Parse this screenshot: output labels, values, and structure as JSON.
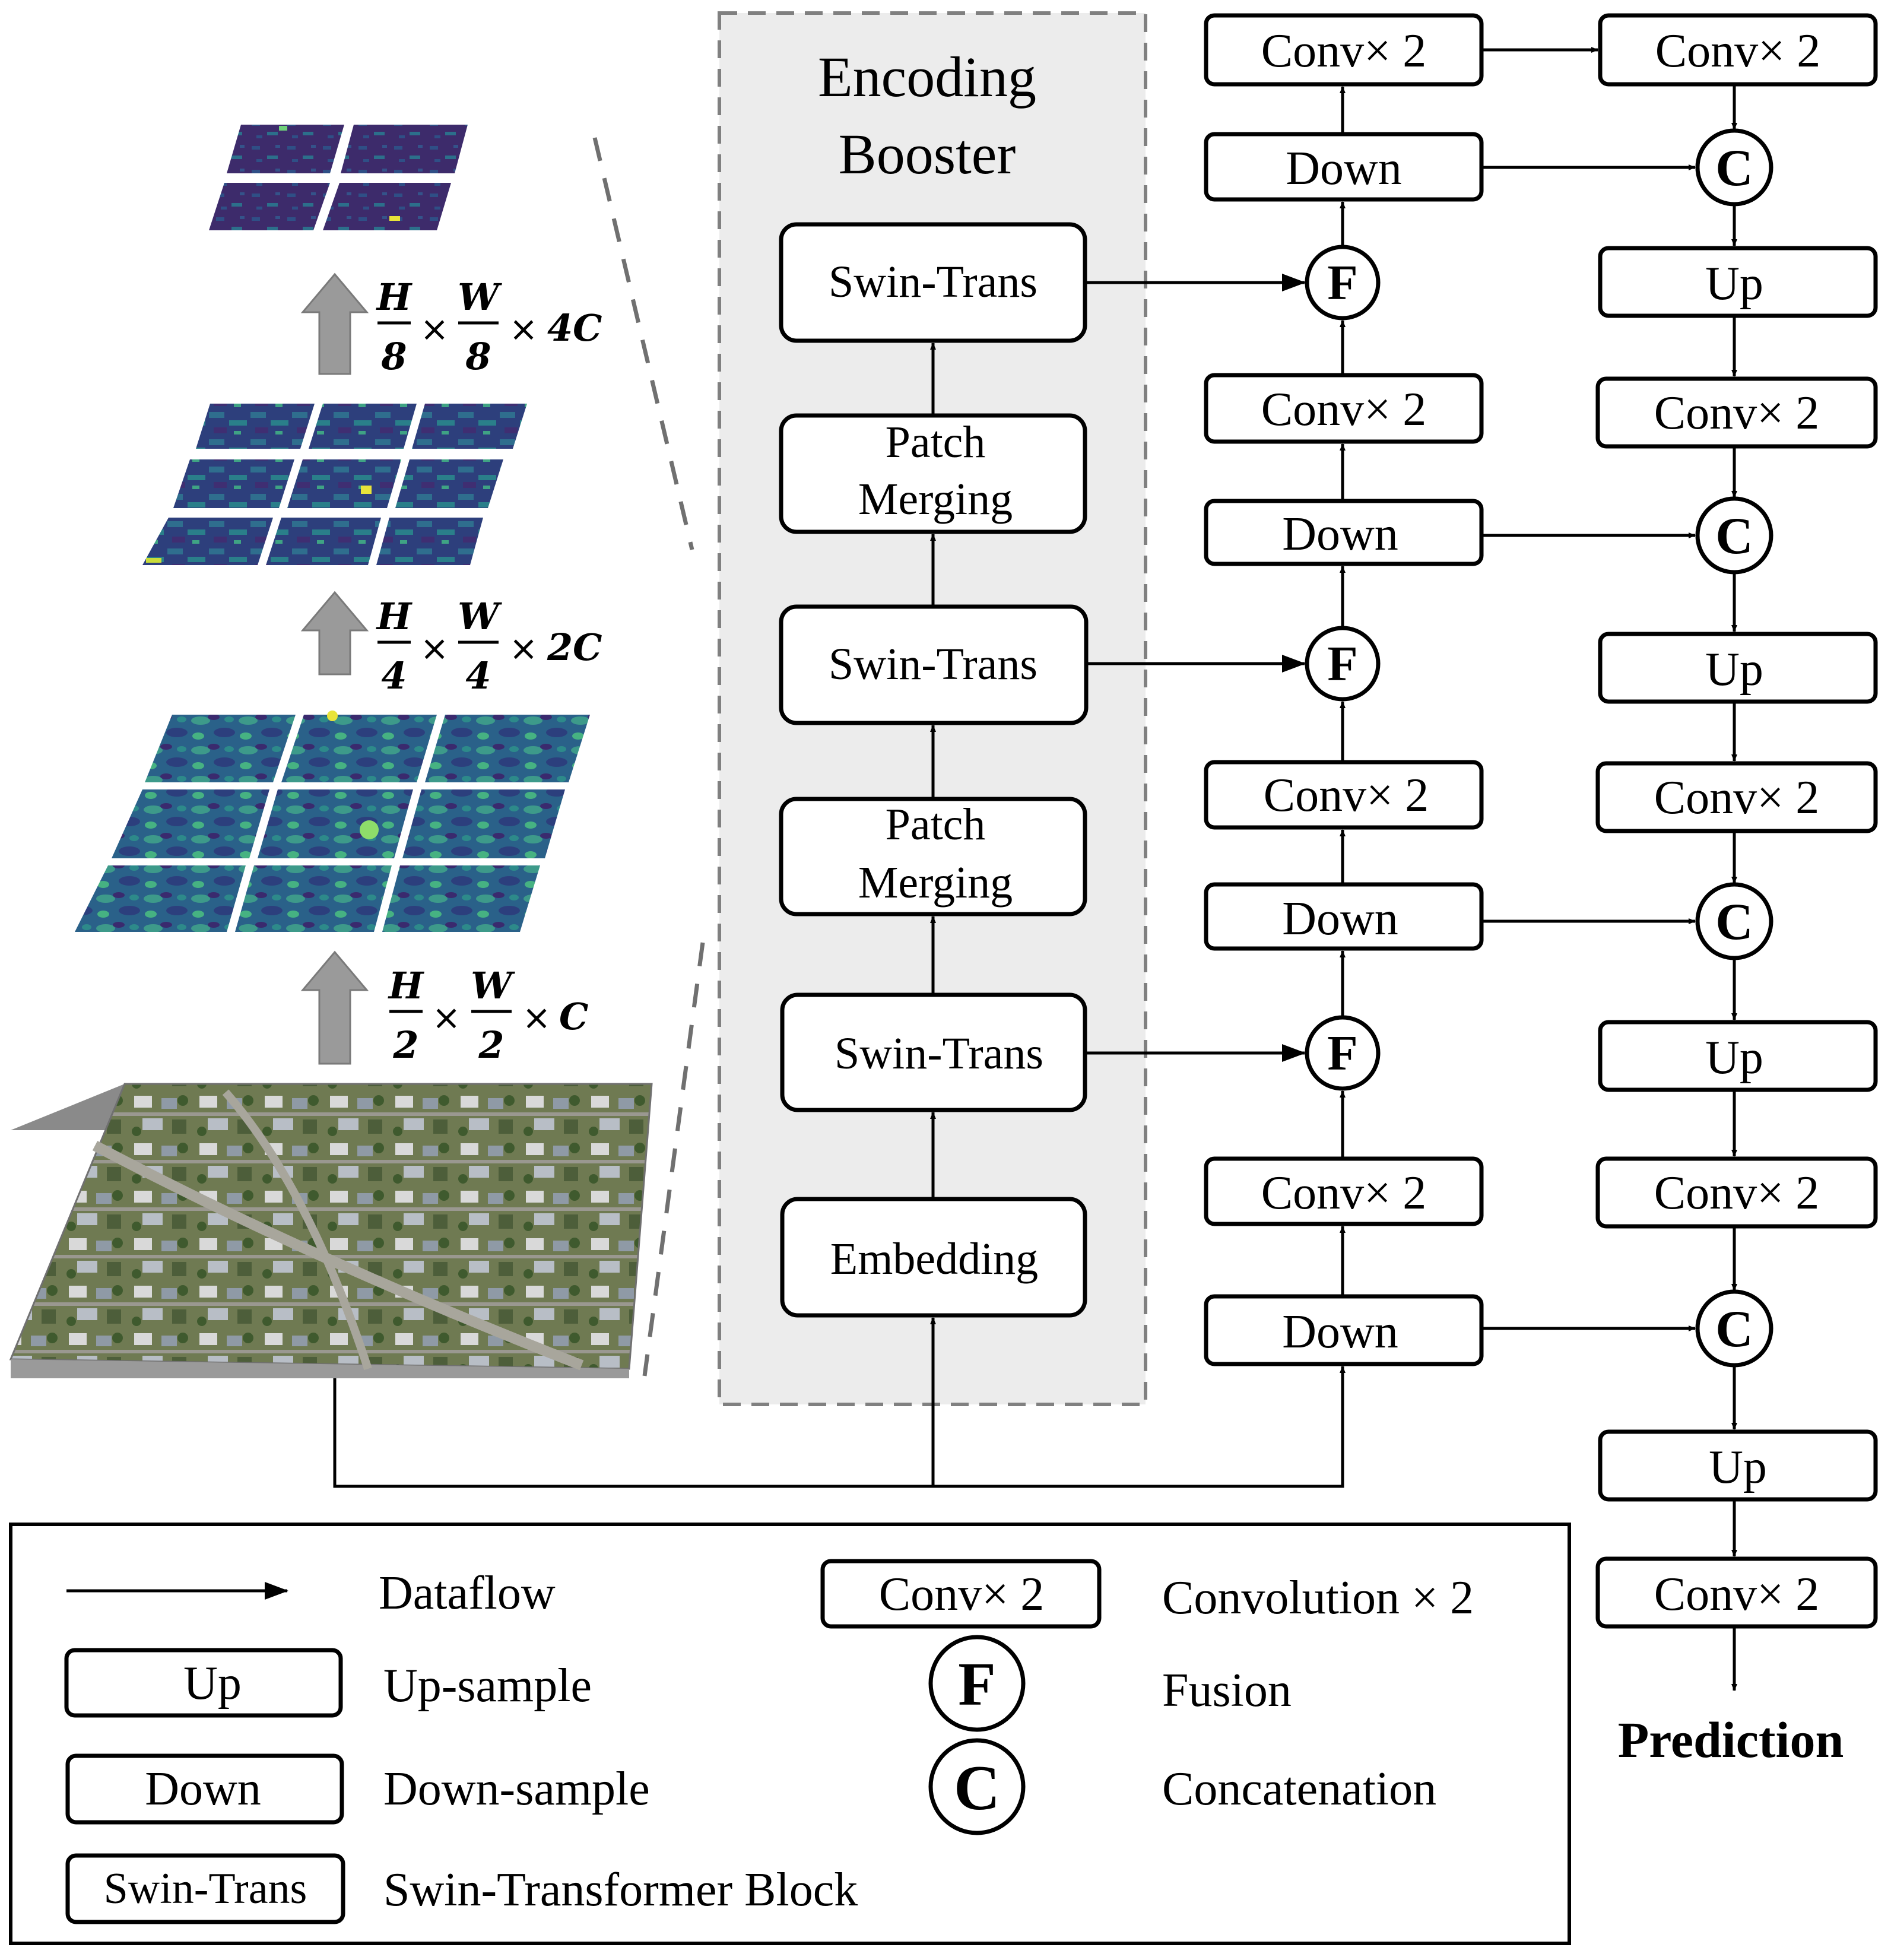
{
  "encoder": {
    "title_line1": "Encoding",
    "title_line2": "Booster",
    "blocks": {
      "swin_trans_top": "Swin-Trans",
      "patch_merging_upper_l1": "Patch",
      "patch_merging_upper_l2": "Merging",
      "swin_trans_mid": "Swin-Trans",
      "patch_merging_lower_l1": "Patch",
      "patch_merging_lower_l2": "Merging",
      "swin_trans_bottom": "Swin-Trans",
      "embedding": "Embedding"
    }
  },
  "feature_maps": {
    "level1": {
      "h": "H",
      "h_den": "2",
      "w": "W",
      "w_den": "2",
      "times": "×",
      "channels": "C"
    },
    "level2": {
      "h": "H",
      "h_den": "4",
      "w": "W",
      "w_den": "4",
      "times": "×",
      "channels": "2C"
    },
    "level3": {
      "h": "H",
      "h_den": "8",
      "w": "W",
      "w_den": "8",
      "times": "×",
      "channels": "4C"
    }
  },
  "encoder_path": {
    "conv_top": "Conv× 2",
    "down_top": "Down",
    "conv_3": "Conv× 2",
    "down_3": "Down",
    "conv_2": "Conv× 2",
    "down_2": "Down",
    "conv_1": "Conv× 2",
    "down_1": "Down"
  },
  "decoder_path": {
    "conv_top": "Conv× 2",
    "up_1": "Up",
    "conv_1": "Conv× 2",
    "up_2": "Up",
    "conv_2": "Conv× 2",
    "up_3": "Up",
    "conv_3": "Conv× 2",
    "up_4": "Up",
    "conv_4": "Conv× 2",
    "output": "Prediction"
  },
  "operators": {
    "fusion": "F",
    "concat": "C"
  },
  "legend": {
    "dataflow": "Dataflow",
    "up_box": "Up",
    "up_desc": "Up-sample",
    "down_box": "Down",
    "down_desc": "Down-sample",
    "swin_box": "Swin-Trans",
    "swin_desc": "Swin-Transformer Block",
    "conv_box": "Conv× 2",
    "conv_desc": "Convolution × 2",
    "fusion_desc": "Fusion",
    "concat_desc": "Concatenation"
  },
  "colors": {
    "booster_fill": "#ececec",
    "feature_map_dark": "#3f2a6e",
    "feature_map_mid": "#2f6e8e",
    "feature_map_highlight": "#3fb68a",
    "hot_spot": "#e8e43a",
    "upsample_arrow": "#9a9a9a"
  }
}
